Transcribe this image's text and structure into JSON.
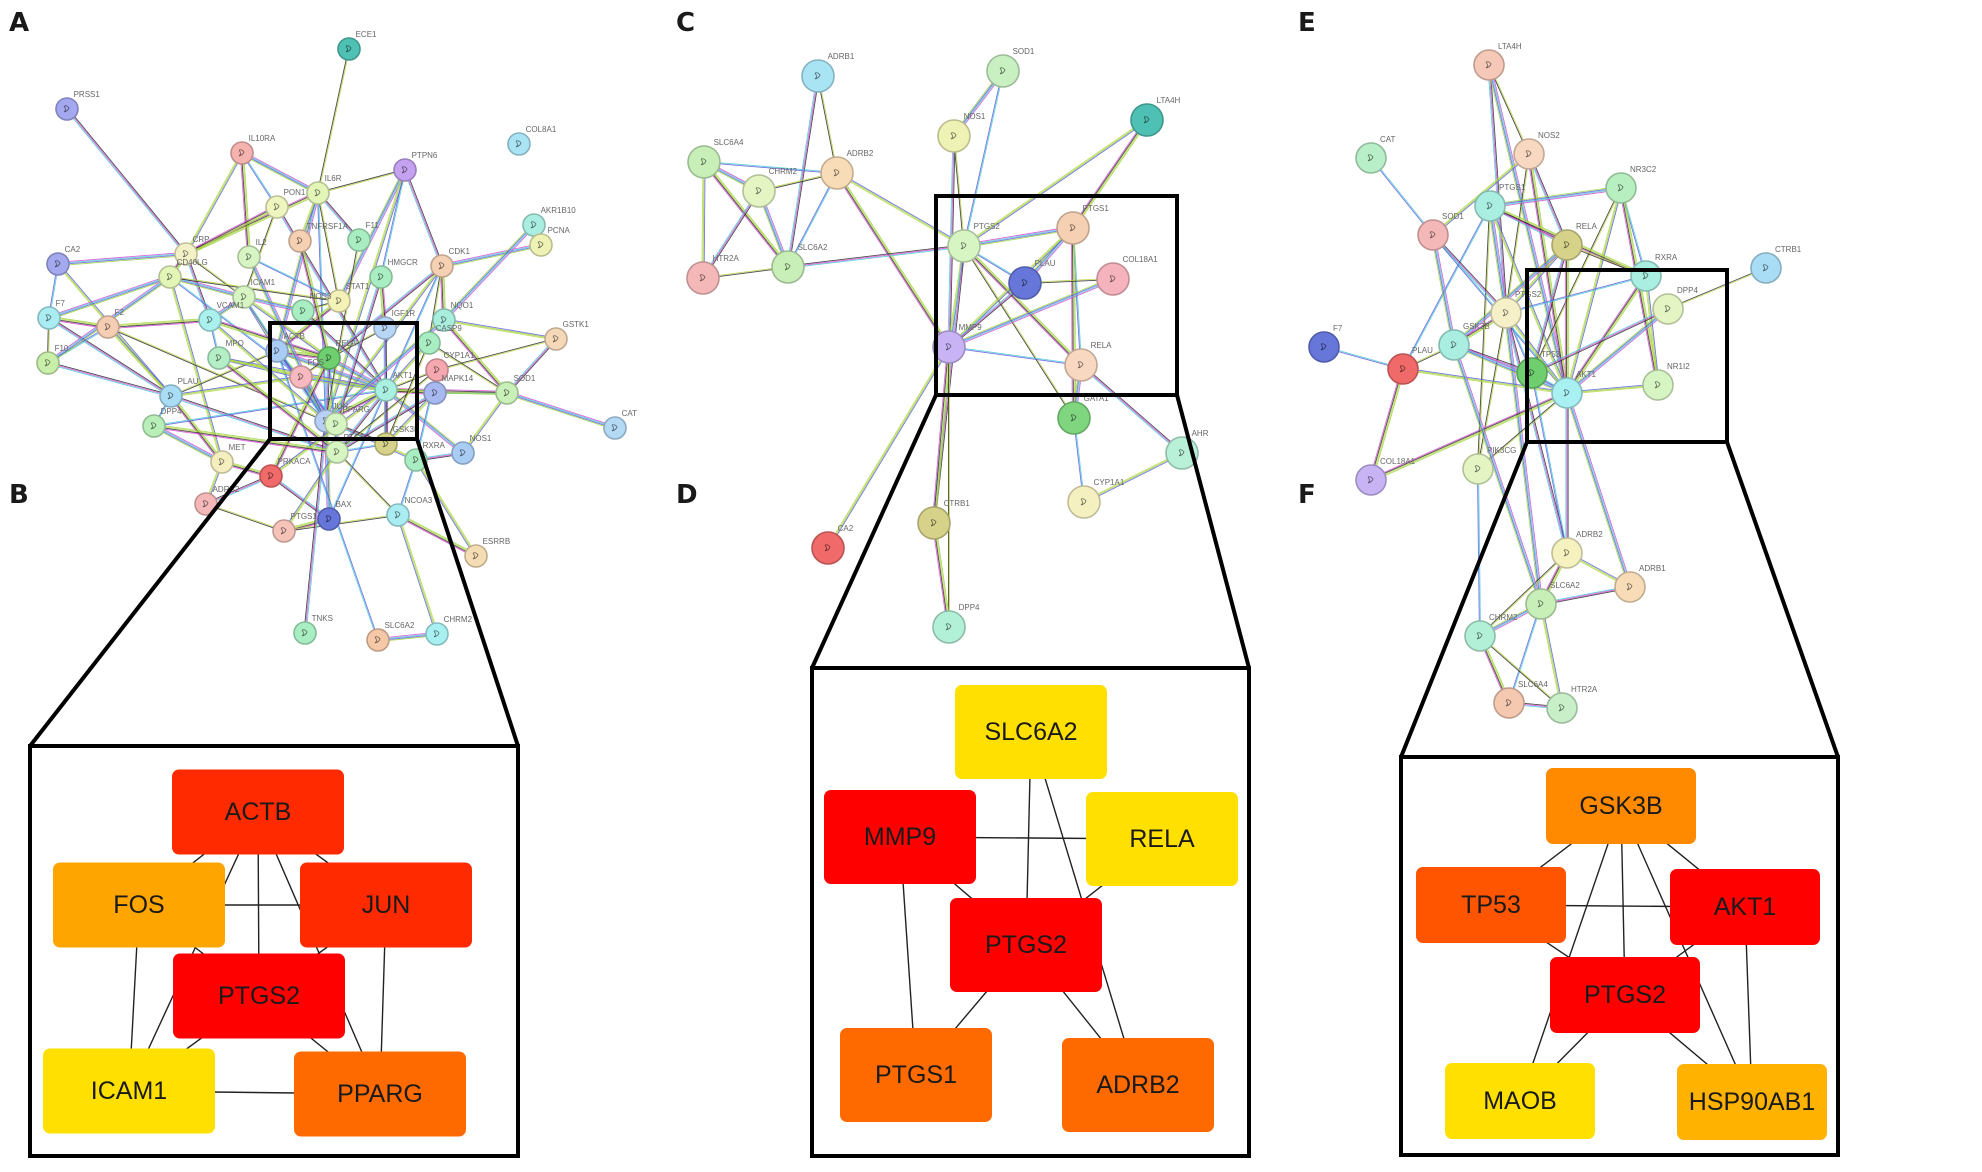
{
  "panels": {
    "A": {
      "letter": "A",
      "title": "Full PPI network"
    },
    "B": {
      "letter": "B",
      "title": "Hub genes of network A"
    },
    "C": {
      "letter": "C",
      "title": "PPI network"
    },
    "D": {
      "letter": "D",
      "title": "Hub genes of network C"
    },
    "E": {
      "letter": "E",
      "title": "PPI network"
    },
    "F": {
      "letter": "F",
      "title": "Hub genes of network E"
    }
  },
  "networkA": {
    "nodes": [
      {
        "id": "ECE1",
        "color": "#4fc0b4"
      },
      {
        "id": "PRSS1",
        "color": "#a3a8ef"
      },
      {
        "id": "COL8A1",
        "color": "#a9e4f5"
      },
      {
        "id": "IL10RA",
        "color": "#f5b3b0"
      },
      {
        "id": "PTPN6",
        "color": "#c4a2f0"
      },
      {
        "id": "IL6R",
        "color": "#e4f5b8"
      },
      {
        "id": "PON1",
        "color": "#eff5bf"
      },
      {
        "id": "TNFRSF1A",
        "color": "#f5d0b3"
      },
      {
        "id": "F11",
        "color": "#a9eec2"
      },
      {
        "id": "AKR1B10",
        "color": "#a9eee0"
      },
      {
        "id": "PCNA",
        "color": "#eef2b4"
      },
      {
        "id": "CA2",
        "color": "#a3a8ef"
      },
      {
        "id": "CRP",
        "color": "#f3f2c7"
      },
      {
        "id": "CD40LG",
        "color": "#e4f5b8"
      },
      {
        "id": "IL2",
        "color": "#d7f5c3"
      },
      {
        "id": "HMGCR",
        "color": "#a9eec2"
      },
      {
        "id": "CDK1",
        "color": "#f5d0b3"
      },
      {
        "id": "ICAM1",
        "color": "#d7f5c3"
      },
      {
        "id": "STAT1",
        "color": "#f5f2b8"
      },
      {
        "id": "NOS3",
        "color": "#a9eec2"
      },
      {
        "id": "VCAM1",
        "color": "#a9f0ee"
      },
      {
        "id": "F7",
        "color": "#a9ecf2"
      },
      {
        "id": "F2",
        "color": "#f5cdb3"
      },
      {
        "id": "NQO1",
        "color": "#a9eedd"
      },
      {
        "id": "IGF1R",
        "color": "#b8d6f5"
      },
      {
        "id": "GSTK1",
        "color": "#f5d8b8"
      },
      {
        "id": "F10",
        "color": "#c8efaa"
      },
      {
        "id": "MPO",
        "color": "#b3eec6"
      },
      {
        "id": "CASP9",
        "color": "#a9eec2"
      },
      {
        "id": "CYP1A1",
        "color": "#f5a8b0"
      },
      {
        "id": "MAPK14",
        "color": "#a8b9f0"
      },
      {
        "id": "SOD1",
        "color": "#c8f0b8"
      },
      {
        "id": "CAT",
        "color": "#b3d9f5"
      },
      {
        "id": "PLAU",
        "color": "#a9dcf5"
      },
      {
        "id": "DPP4",
        "color": "#b8efb8"
      },
      {
        "id": "MET",
        "color": "#f5efc0"
      },
      {
        "id": "NOS1",
        "color": "#a9ccf5"
      },
      {
        "id": "RXRA",
        "color": "#a9eec2"
      },
      {
        "id": "PRKACA",
        "color": "#f06a6a"
      },
      {
        "id": "ADRB2",
        "color": "#f5b8b8"
      },
      {
        "id": "BAX",
        "color": "#6676d9"
      },
      {
        "id": "PTGS1",
        "color": "#f5c3b8"
      },
      {
        "id": "NCOA3",
        "color": "#a9ecf2"
      },
      {
        "id": "ESRRB",
        "color": "#f5dcb3"
      },
      {
        "id": "TNKS",
        "color": "#a9eec2"
      },
      {
        "id": "SLC6A2",
        "color": "#f5c8a8"
      },
      {
        "id": "CHRM2",
        "color": "#a9f0f2"
      },
      {
        "id": "ACTB",
        "color": "#a9ccf5"
      },
      {
        "id": "RELA",
        "color": "#6fcf6f"
      },
      {
        "id": "FOS",
        "color": "#f8b8c0"
      },
      {
        "id": "JUN",
        "color": "#b8d0f5"
      },
      {
        "id": "AKT1",
        "color": "#a9f0e0"
      },
      {
        "id": "PPARG",
        "color": "#d7f5c3"
      },
      {
        "id": "PTGS2",
        "color": "#d7f5c3"
      },
      {
        "id": "GSK3B",
        "color": "#d6d28a"
      }
    ]
  },
  "hubB": {
    "nodes": [
      {
        "id": "ACTB",
        "color": "#ff2a00"
      },
      {
        "id": "FOS",
        "color": "#ffa500"
      },
      {
        "id": "JUN",
        "color": "#ff2a00"
      },
      {
        "id": "PTGS2",
        "color": "#ff0000"
      },
      {
        "id": "ICAM1",
        "color": "#ffe000"
      },
      {
        "id": "PPARG",
        "color": "#ff6a00"
      }
    ],
    "edges": [
      [
        "ACTB",
        "FOS"
      ],
      [
        "ACTB",
        "JUN"
      ],
      [
        "ACTB",
        "PTGS2"
      ],
      [
        "ACTB",
        "PPARG"
      ],
      [
        "ACTB",
        "ICAM1"
      ],
      [
        "FOS",
        "JUN"
      ],
      [
        "FOS",
        "PTGS2"
      ],
      [
        "FOS",
        "ICAM1"
      ],
      [
        "JUN",
        "PTGS2"
      ],
      [
        "JUN",
        "PPARG"
      ],
      [
        "PTGS2",
        "ICAM1"
      ],
      [
        "PTGS2",
        "PPARG"
      ],
      [
        "ICAM1",
        "PPARG"
      ]
    ]
  },
  "networkC": {
    "nodes": [
      {
        "id": "ADRB1",
        "color": "#a9e4f5"
      },
      {
        "id": "SOD1",
        "color": "#c8f0c0"
      },
      {
        "id": "LTA4H",
        "color": "#4fc0b4"
      },
      {
        "id": "NOS1",
        "color": "#eef2b4"
      },
      {
        "id": "SLC6A4",
        "color": "#c8efb8"
      },
      {
        "id": "CHRM2",
        "color": "#e4f5c3"
      },
      {
        "id": "ADRB2",
        "color": "#f8dcb8"
      },
      {
        "id": "HTR2A",
        "color": "#f5b8b8"
      },
      {
        "id": "SLC6A2",
        "color": "#c8efb8"
      },
      {
        "id": "PTGS2",
        "color": "#d7f5c3"
      },
      {
        "id": "PTGS1",
        "color": "#f5d0b3"
      },
      {
        "id": "PLAU",
        "color": "#6676d9"
      },
      {
        "id": "COL18A1",
        "color": "#f5b3be"
      },
      {
        "id": "MMP9",
        "color": "#c8b3f5"
      },
      {
        "id": "RELA",
        "color": "#f8d8c0"
      },
      {
        "id": "GATA1",
        "color": "#7fd67f"
      },
      {
        "id": "AHR",
        "color": "#b8f0d8"
      },
      {
        "id": "CYP1A1",
        "color": "#f5f0c0"
      },
      {
        "id": "CA2",
        "color": "#f06a6a"
      },
      {
        "id": "CTRB1",
        "color": "#d6d28a"
      },
      {
        "id": "DPP4",
        "color": "#b3f0d8"
      }
    ]
  },
  "hubD": {
    "nodes": [
      {
        "id": "SLC6A2",
        "color": "#ffe000"
      },
      {
        "id": "MMP9",
        "color": "#ff0000"
      },
      {
        "id": "RELA",
        "color": "#ffe000"
      },
      {
        "id": "PTGS2",
        "color": "#ff0000"
      },
      {
        "id": "PTGS1",
        "color": "#ff6a00"
      },
      {
        "id": "ADRB2",
        "color": "#ff6a00"
      }
    ],
    "edges": [
      [
        "SLC6A2",
        "PTGS2"
      ],
      [
        "SLC6A2",
        "ADRB2"
      ],
      [
        "MMP9",
        "RELA"
      ],
      [
        "MMP9",
        "PTGS2"
      ],
      [
        "MMP9",
        "PTGS1"
      ],
      [
        "RELA",
        "PTGS2"
      ],
      [
        "PTGS2",
        "PTGS1"
      ],
      [
        "PTGS2",
        "ADRB2"
      ]
    ]
  },
  "networkE": {
    "nodes": [
      {
        "id": "LTA4H",
        "color": "#f5c8b8"
      },
      {
        "id": "CAT",
        "color": "#b8efc8"
      },
      {
        "id": "NOS2",
        "color": "#f8d8c0"
      },
      {
        "id": "NR3C2",
        "color": "#b8efc0"
      },
      {
        "id": "PTGS1",
        "color": "#a9eee0"
      },
      {
        "id": "SOD1",
        "color": "#f5b8b8"
      },
      {
        "id": "RELA",
        "color": "#d6d28a"
      },
      {
        "id": "RXRA",
        "color": "#a9eee0"
      },
      {
        "id": "CTRB1",
        "color": "#a9dcf5"
      },
      {
        "id": "DPP4",
        "color": "#e4f5c3"
      },
      {
        "id": "PTGS2",
        "color": "#f5f0c8"
      },
      {
        "id": "F7",
        "color": "#6676d9"
      },
      {
        "id": "PLAU",
        "color": "#f06a6a"
      },
      {
        "id": "GSK3B",
        "color": "#a9eee0"
      },
      {
        "id": "TP53",
        "color": "#6fcf6f"
      },
      {
        "id": "AKT1",
        "color": "#a9f0f2"
      },
      {
        "id": "NR1I2",
        "color": "#d7f5c3"
      },
      {
        "id": "COL18A1",
        "color": "#c8b3f5"
      },
      {
        "id": "PIK3CG",
        "color": "#e4f5c3"
      },
      {
        "id": "ADRB2",
        "color": "#f5f2c0"
      },
      {
        "id": "ADRB1",
        "color": "#f8dcb8"
      },
      {
        "id": "SLC6A2",
        "color": "#c8efb8"
      },
      {
        "id": "CHRM2",
        "color": "#b3f0d8"
      },
      {
        "id": "SLC6A4",
        "color": "#f5c8b0"
      },
      {
        "id": "HTR2A",
        "color": "#c8efc8"
      }
    ]
  },
  "hubF": {
    "nodes": [
      {
        "id": "GSK3B",
        "color": "#ff8a00"
      },
      {
        "id": "TP53",
        "color": "#ff5500"
      },
      {
        "id": "AKT1",
        "color": "#ff0000"
      },
      {
        "id": "PTGS2",
        "color": "#ff0000"
      },
      {
        "id": "MAOB",
        "color": "#ffe000"
      },
      {
        "id": "HSP90AB1",
        "color": "#ffb300"
      }
    ],
    "edges": [
      [
        "GSK3B",
        "TP53"
      ],
      [
        "GSK3B",
        "AKT1"
      ],
      [
        "GSK3B",
        "PTGS2"
      ],
      [
        "GSK3B",
        "MAOB"
      ],
      [
        "GSK3B",
        "HSP90AB1"
      ],
      [
        "TP53",
        "AKT1"
      ],
      [
        "TP53",
        "PTGS2"
      ],
      [
        "AKT1",
        "PTGS2"
      ],
      [
        "AKT1",
        "HSP90AB1"
      ],
      [
        "PTGS2",
        "MAOB"
      ],
      [
        "PTGS2",
        "HSP90AB1"
      ]
    ]
  }
}
